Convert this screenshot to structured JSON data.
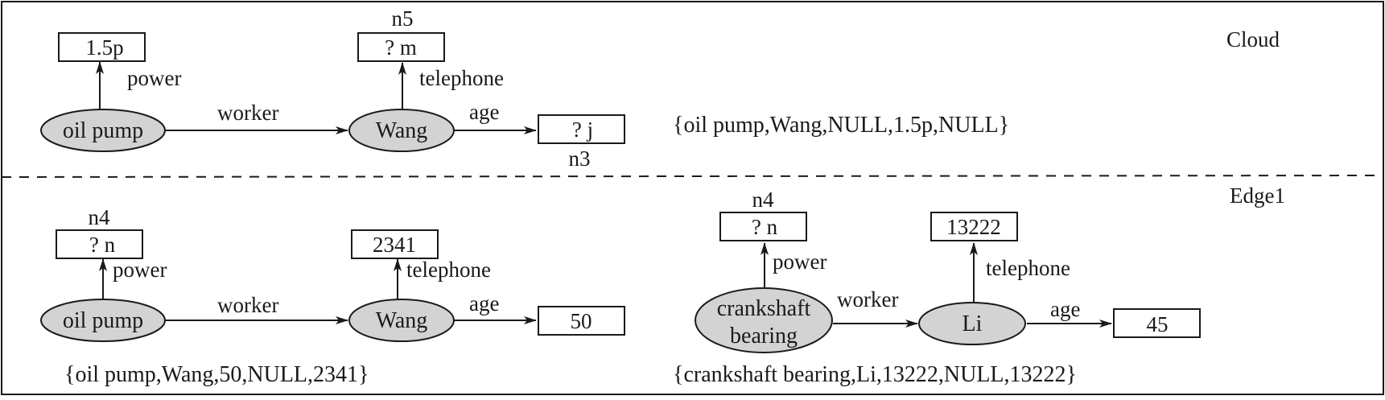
{
  "sections": {
    "cloud": "Cloud",
    "edge1": "Edge1"
  },
  "colors": {
    "node_fill": "#d3d3d3",
    "stroke": "#1a1a1a",
    "background": "#ffffff"
  },
  "cloud": {
    "oil_pump": "oil pump",
    "wang": "Wang",
    "power_value": "1.5p",
    "telephone_value": "? m",
    "age_value": "? j",
    "n5": "n5",
    "n3": "n3",
    "power_label": "power",
    "worker_label": "worker",
    "telephone_label": "telephone",
    "age_label": "age",
    "tuple": "{oil pump,Wang,NULL,1.5p,NULL}"
  },
  "edge_left": {
    "oil_pump": "oil pump",
    "wang": "Wang",
    "power_value": "? n",
    "telephone_value": "2341",
    "age_value": "50",
    "n4": "n4",
    "power_label": "power",
    "worker_label": "worker",
    "telephone_label": "telephone",
    "age_label": "age",
    "tuple": "{oil pump,Wang,50,NULL,2341}"
  },
  "edge_right": {
    "crankshaft_line1": "crankshaft",
    "crankshaft_line2": "bearing",
    "li": "Li",
    "power_value": "? n",
    "telephone_value": "13222",
    "age_value": "45",
    "n4": "n4",
    "power_label": "power",
    "worker_label": "worker",
    "telephone_label": "telephone",
    "age_label": "age",
    "tuple": "{crankshaft bearing,Li,13222,NULL,13222}"
  }
}
